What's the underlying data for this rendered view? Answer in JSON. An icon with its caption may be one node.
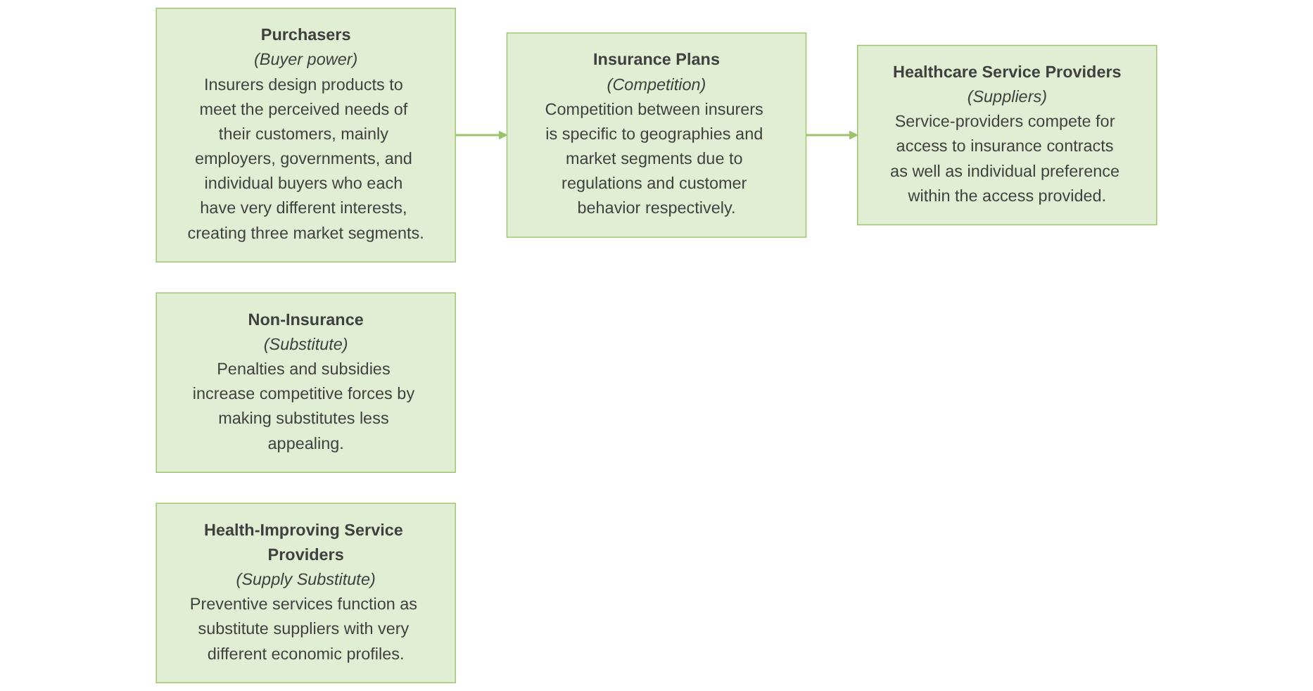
{
  "diagram": {
    "nodes": [
      {
        "text": [
          "Purchasers",
          "(Buyer power)",
          "Insurers design products to meet the perceived needs of their customers, mainly employers, governments, and individual buyers who each have very different interests, creating three market segments."
        ]
      },
      {
        "text": [
          "Insurance Plans",
          "(Competition)",
          "Competition between insurers is specific to geographies and market segments due to regulations and customer behavior respectively."
        ]
      },
      {
        "text": [
          "Healthcare Service Providers",
          "(Suppliers)",
          "Service-providers compete for access to insurance contracts as well as individual preference within the access provided."
        ]
      },
      {
        "text": [
          "Non-Insurance",
          "(Substitute)",
          "Penalties and subsidies increase competitive forces by making substitutes less appealing."
        ]
      },
      {
        "text": [
          "Health-Improving Service Providers",
          "(Supply Substitute)",
          "Preventive services function as substitute suppliers with very different economic profiles."
        ]
      }
    ],
    "edges": [
      {
        "from": 0,
        "to": 1,
        "arrow": "to"
      },
      {
        "from": 1,
        "to": 2,
        "arrow": "to"
      }
    ]
  }
}
